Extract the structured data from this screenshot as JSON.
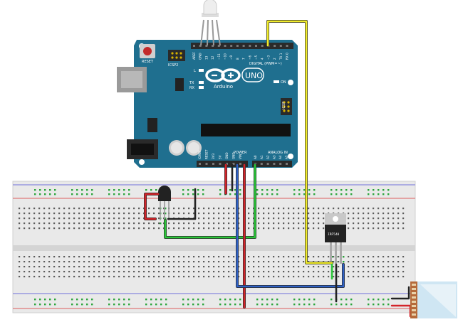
{
  "board": {
    "reset_label": "RESET",
    "icsp2_label": "ICSP2",
    "icsp_label": "ICSP",
    "digital_label": "DIGITAL (PWM=~)",
    "brand_label": "Arduino",
    "model_label": "UNO",
    "on_label": "ON",
    "l_label": "L",
    "tx_label": "TX",
    "rx_label": "RX",
    "power_label": "POWER",
    "analog_label": "ANALOG IN",
    "digital_pins": [
      "AREF",
      "GND",
      "13",
      "12",
      "~11",
      "~10",
      "~9",
      "8",
      "7",
      "~6",
      "~5",
      "4",
      "~3",
      "2",
      "TX 1",
      "RX 0"
    ],
    "power_pins": [
      "IOREF",
      "RESET",
      "3V3",
      "5V",
      "GND",
      "GND",
      "VIN"
    ],
    "analog_pins": [
      "A0",
      "A1",
      "A2",
      "A3",
      "A4",
      "A5"
    ]
  },
  "regulator": {
    "marking": "IRF540"
  },
  "colors": {
    "board": "#1f6f8f",
    "board_dark": "#155a76",
    "wire_red": "#d3242a",
    "wire_black": "#222222",
    "wire_green": "#2bc83a",
    "wire_blue": "#2f61c6",
    "wire_yellow": "#f1ec2b",
    "breadboard": "#e8e8e8",
    "rail_red": "#e07a7a",
    "rail_blue": "#8080d8",
    "hole_green": "#2aa43a"
  },
  "icons": [
    "rgb-led-icon",
    "usb-connector-icon",
    "dc-jack-icon",
    "transistor-icon",
    "mosfet-icon",
    "led-strip-icon"
  ]
}
